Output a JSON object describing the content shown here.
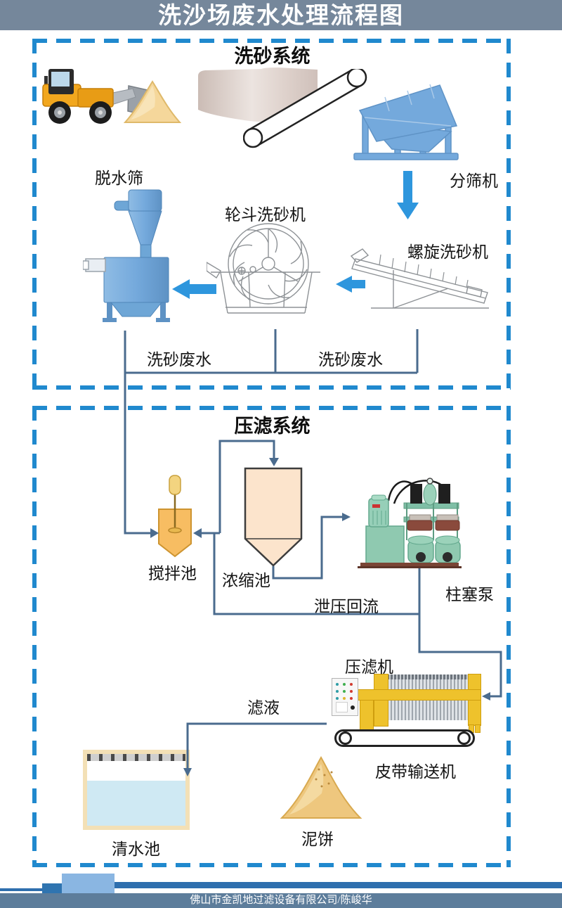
{
  "title": "洗沙场废水处理流程图",
  "section_wash": {
    "title": "洗砂系统",
    "labels": {
      "dewatering_screen": "脱水筛",
      "screening_machine": "分筛机",
      "wheel_washer": "轮斗洗砂机",
      "spiral_washer": "螺旋洗砂机",
      "wastewater_left": "洗砂废水",
      "wastewater_right": "洗砂废水"
    }
  },
  "section_press": {
    "title": "压滤系统",
    "labels": {
      "mixing_tank": "搅拌池",
      "concentration_tank": "浓缩池",
      "plunger_pump": "柱塞泵",
      "pressure_relief_return": "泄压回流",
      "filter_press": "压滤机",
      "filtrate": "滤液",
      "belt_conveyor": "皮带输送机",
      "clean_water_pool": "清水池",
      "mud_cake": "泥饼"
    }
  },
  "footer": {
    "credit": "佛山市金凯地过滤设备有限公司/陈峻华"
  },
  "colors": {
    "title_bar_bg": "#75879b",
    "dashed_border": "#2089ce",
    "flow_line": "#4a6b8e",
    "flow_arrow": "#2e96dd",
    "machine_blue": "#74a9dc",
    "mixing_tank_orange": "#f7bd62",
    "concentration_tank_peach": "#fce4cc",
    "filter_press_yellow": "#eec22c",
    "pump_green": "#8fc9b0",
    "footer_bar_bg": "#5d7d9b",
    "footer_accent_blue": "#2e6fae",
    "footer_accent_light": "#8ab6e2"
  }
}
